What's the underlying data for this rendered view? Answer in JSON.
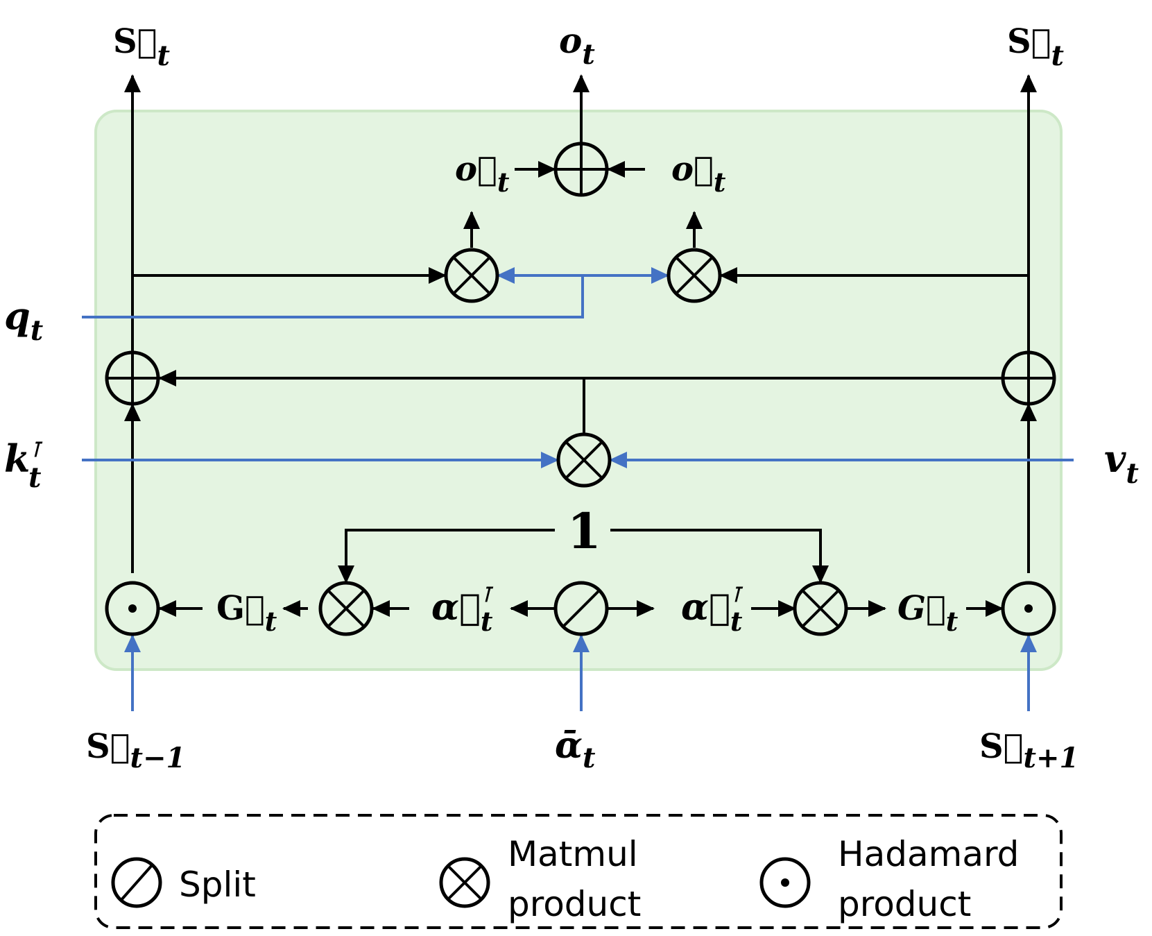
{
  "labels": {
    "s_fwd_out": "S⃗",
    "s_fwd_out_sub": "t",
    "o_out": "o",
    "o_out_sub": "t",
    "s_bwd_out": "S⃖",
    "s_bwd_out_sub": "t",
    "o_fwd": "o⃗",
    "o_fwd_sub": "t",
    "o_bwd": "o⃖",
    "o_bwd_sub": "t",
    "q": "q",
    "q_sub": "t",
    "k": "k",
    "k_sup": "⊺",
    "k_sub": "t",
    "v": "v",
    "v_sub": "t",
    "one": "1",
    "g_fwd": "G⃗",
    "g_fwd_sub": "t",
    "alpha_fwd": "α⃗",
    "alpha_fwd_sup": "⊺",
    "alpha_fwd_sub": "t",
    "alpha_bwd": "α⃖",
    "alpha_bwd_sup": "⊺",
    "alpha_bwd_sub": "t",
    "g_bwd": "G⃖",
    "g_bwd_sub": "t",
    "s_fwd_in": "S⃗",
    "s_fwd_in_sub": "t−1",
    "alpha_bar": "ᾱ",
    "alpha_bar_sub": "t",
    "s_bwd_in": "S⃖",
    "s_bwd_in_sub": "t+1"
  },
  "legend": {
    "split": "Split",
    "matmul_line1": "Matmul",
    "matmul_line2": "product",
    "hadamard_line1": "Hadamard",
    "hadamard_line2": "product"
  },
  "colors": {
    "panel_fill": "#e4f4e1",
    "panel_stroke": "#cde8c7",
    "input_line": "#4472c4",
    "line": "#000000"
  }
}
